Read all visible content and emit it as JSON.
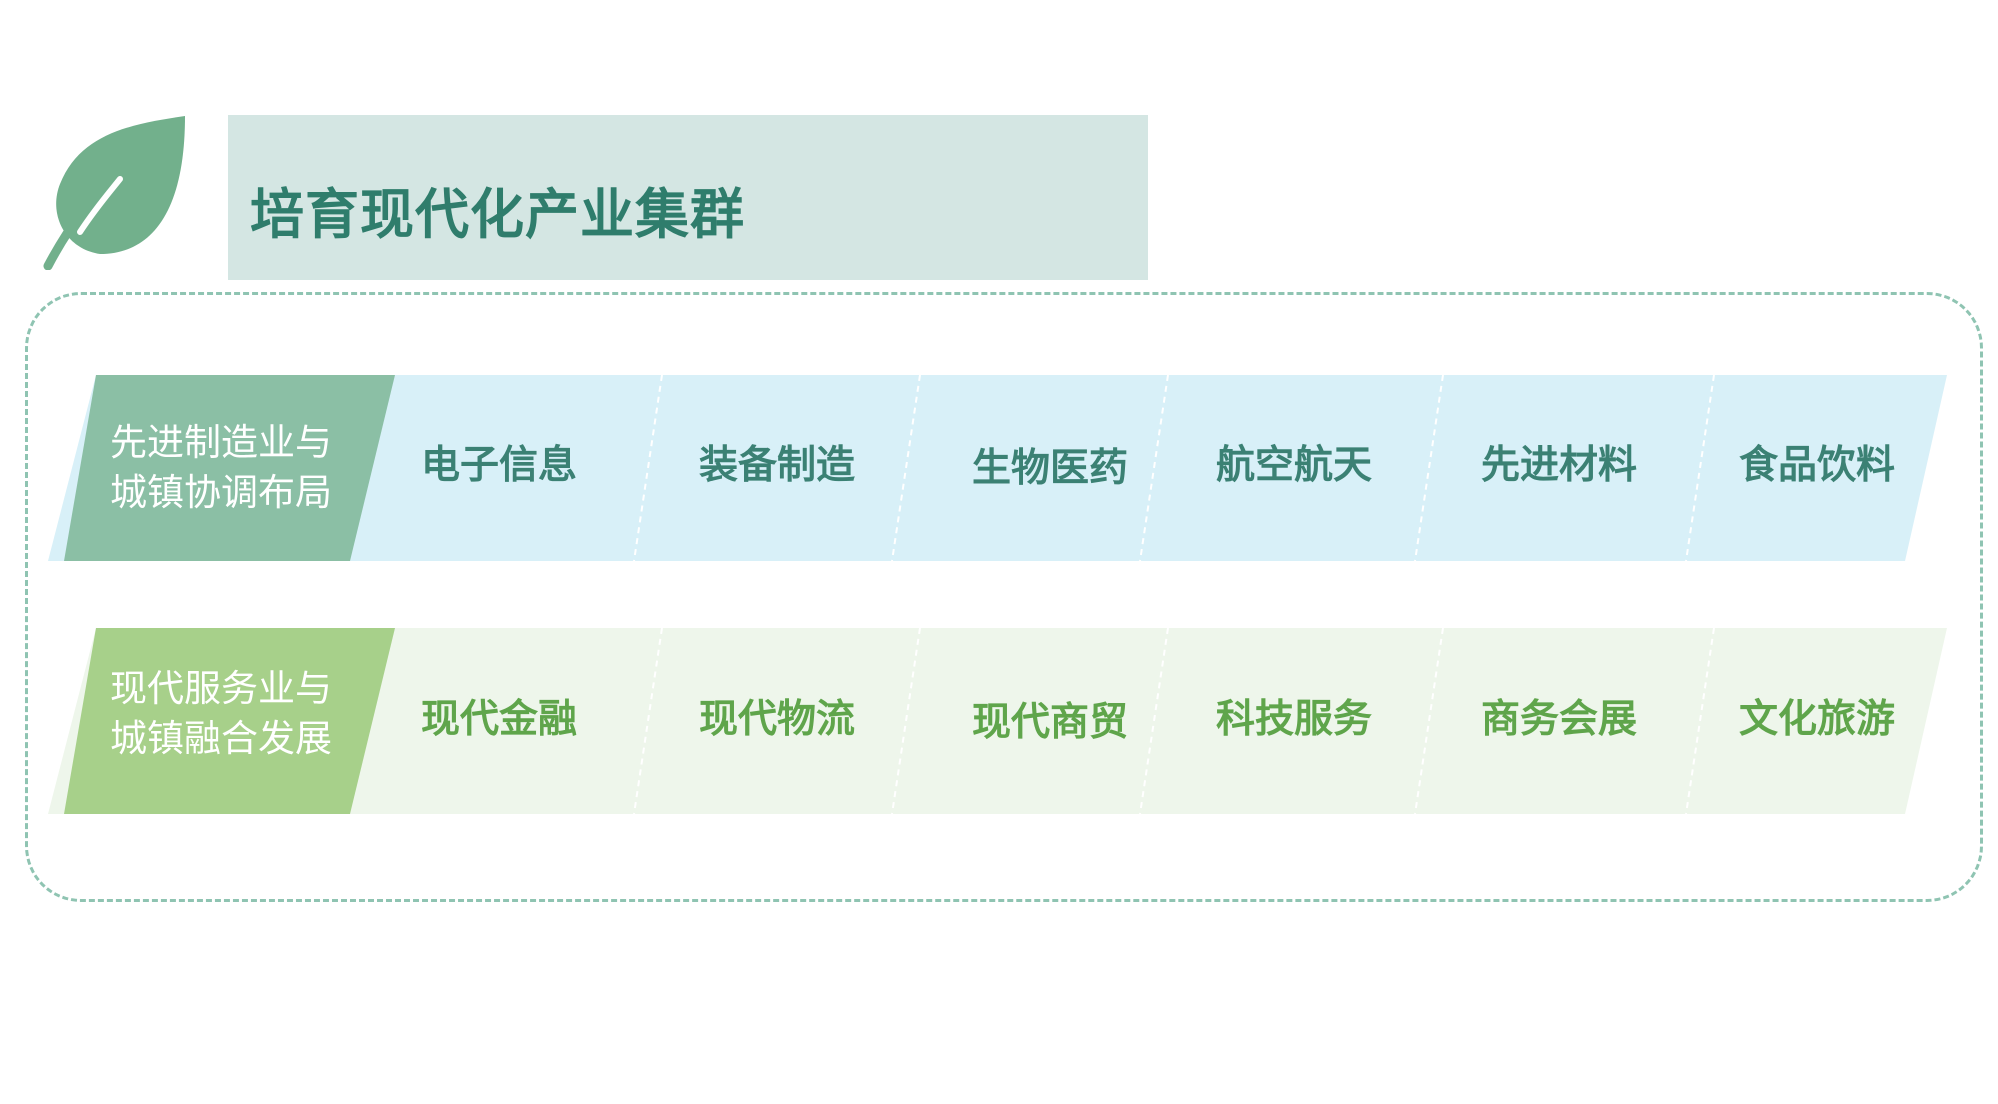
{
  "title": "培育现代化产业集群",
  "colors": {
    "leaf": "#72b08c",
    "title_bg": "#d4e6e3",
    "title_text": "#2f7d6c",
    "row1_bg": "#d8f0f8",
    "row1_label": "#8bbfa5",
    "row1_text": "#3b8174",
    "row2_bg": "#eef6eb",
    "row2_label": "#a7d08a",
    "row2_text": "#5fa54b",
    "frame": "#8fc4b2"
  },
  "rows": [
    {
      "label_line1": "先进制造业与",
      "label_line2": "城镇协调布局",
      "items": [
        "电子信息",
        "装备制造",
        "生物医药",
        "航空航天",
        "先进材料",
        "食品饮料"
      ]
    },
    {
      "label_line1": "现代服务业与",
      "label_line2": "城镇融合发展",
      "items": [
        "现代金融",
        "现代物流",
        "现代商贸",
        "科技服务",
        "商务会展",
        "文化旅游"
      ]
    }
  ]
}
